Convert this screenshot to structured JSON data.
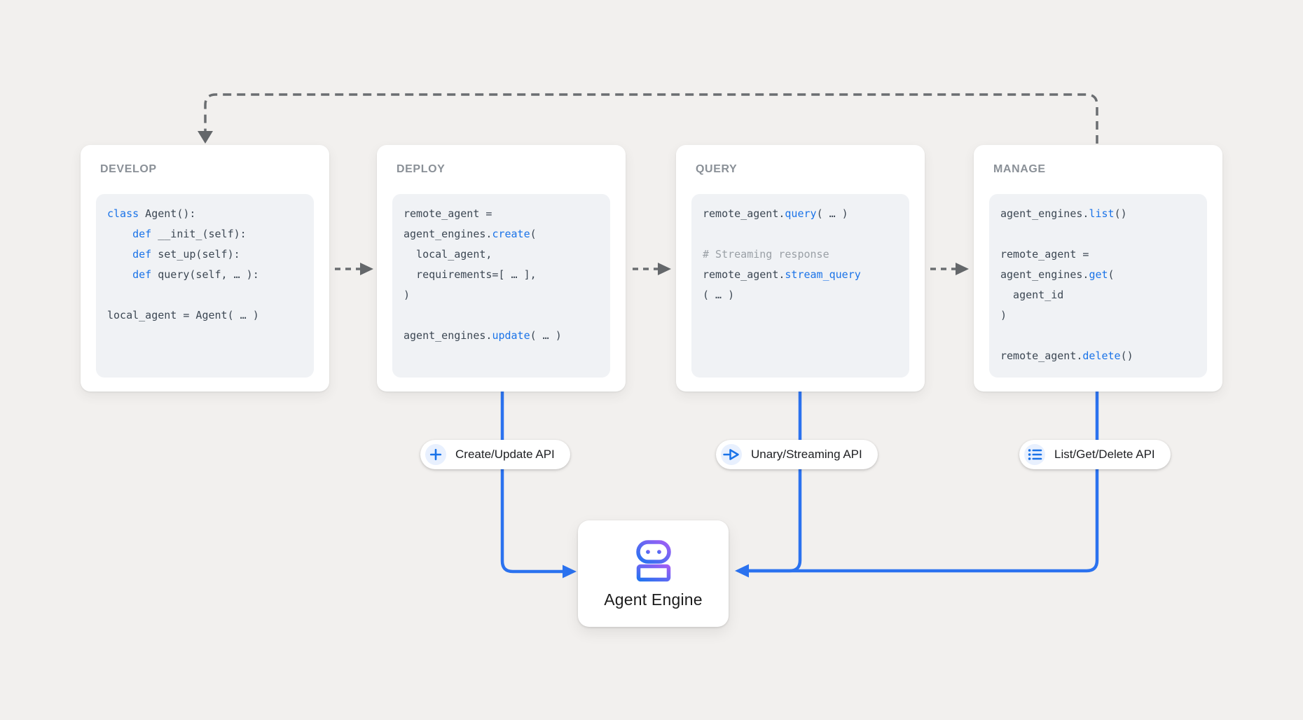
{
  "stages": [
    {
      "id": "develop",
      "title": "DEVELOP",
      "code": [
        [
          {
            "t": "kw",
            "s": "class"
          },
          {
            "t": "txt",
            "s": " Agent():"
          }
        ],
        [
          {
            "t": "txt",
            "s": "    "
          },
          {
            "t": "kw",
            "s": "def"
          },
          {
            "t": "txt",
            "s": " __init_(self):"
          }
        ],
        [
          {
            "t": "txt",
            "s": "    "
          },
          {
            "t": "kw",
            "s": "def"
          },
          {
            "t": "txt",
            "s": " set_up(self):"
          }
        ],
        [
          {
            "t": "txt",
            "s": "    "
          },
          {
            "t": "kw",
            "s": "def"
          },
          {
            "t": "txt",
            "s": " query(self, … ):"
          }
        ],
        [],
        [
          {
            "t": "txt",
            "s": "local_agent = Agent( … )"
          }
        ]
      ]
    },
    {
      "id": "deploy",
      "title": "DEPLOY",
      "code": [
        [
          {
            "t": "txt",
            "s": "remote_agent ="
          }
        ],
        [
          {
            "t": "txt",
            "s": "agent_engines."
          },
          {
            "t": "kw",
            "s": "create"
          },
          {
            "t": "txt",
            "s": "("
          }
        ],
        [
          {
            "t": "txt",
            "s": "  local_agent,"
          }
        ],
        [
          {
            "t": "txt",
            "s": "  requirements=[ … ],"
          }
        ],
        [
          {
            "t": "txt",
            "s": ")"
          }
        ],
        [],
        [
          {
            "t": "txt",
            "s": "agent_engines."
          },
          {
            "t": "kw",
            "s": "update"
          },
          {
            "t": "txt",
            "s": "( … )"
          }
        ]
      ]
    },
    {
      "id": "query",
      "title": "QUERY",
      "code": [
        [
          {
            "t": "txt",
            "s": "remote_agent."
          },
          {
            "t": "kw",
            "s": "query"
          },
          {
            "t": "txt",
            "s": "( … )"
          }
        ],
        [],
        [
          {
            "t": "cm",
            "s": "# Streaming response"
          }
        ],
        [
          {
            "t": "txt",
            "s": "remote_agent."
          },
          {
            "t": "kw",
            "s": "stream_query"
          }
        ],
        [
          {
            "t": "txt",
            "s": "( … )"
          }
        ]
      ]
    },
    {
      "id": "manage",
      "title": "MANAGE",
      "code": [
        [
          {
            "t": "txt",
            "s": "agent_engines."
          },
          {
            "t": "kw",
            "s": "list"
          },
          {
            "t": "txt",
            "s": "()"
          }
        ],
        [],
        [
          {
            "t": "txt",
            "s": "remote_agent ="
          }
        ],
        [
          {
            "t": "txt",
            "s": "agent_engines."
          },
          {
            "t": "kw",
            "s": "get"
          },
          {
            "t": "txt",
            "s": "("
          }
        ],
        [
          {
            "t": "txt",
            "s": "  agent_id"
          }
        ],
        [
          {
            "t": "txt",
            "s": ")"
          }
        ],
        [],
        [
          {
            "t": "txt",
            "s": "remote_agent."
          },
          {
            "t": "kw",
            "s": "delete"
          },
          {
            "t": "txt",
            "s": "()"
          }
        ]
      ]
    }
  ],
  "api_pills": [
    {
      "id": "create-update",
      "icon": "plus-icon",
      "label": "Create/Update API"
    },
    {
      "id": "unary-streaming",
      "icon": "stream-icon",
      "label": "Unary/Streaming API"
    },
    {
      "id": "list-get-delete",
      "icon": "list-icon",
      "label": "List/Get/Delete API"
    }
  ],
  "engine": {
    "icon": "robot-icon",
    "label": "Agent Engine"
  },
  "colors": {
    "background": "#f2f0ee",
    "card": "#ffffff",
    "code_background": "#f0f2f5",
    "code_text": "#3c4753",
    "code_keyword": "#1a73e8",
    "code_comment": "#9aa0a6",
    "stage_title": "#8a9097",
    "flow_blue": "#2b72ef",
    "dash_gray": "#6b6e71",
    "pill_icon_bg": "#e8f0fe",
    "robot_gradient_top": "#a15df5",
    "robot_gradient_bottom": "#2273f0"
  }
}
